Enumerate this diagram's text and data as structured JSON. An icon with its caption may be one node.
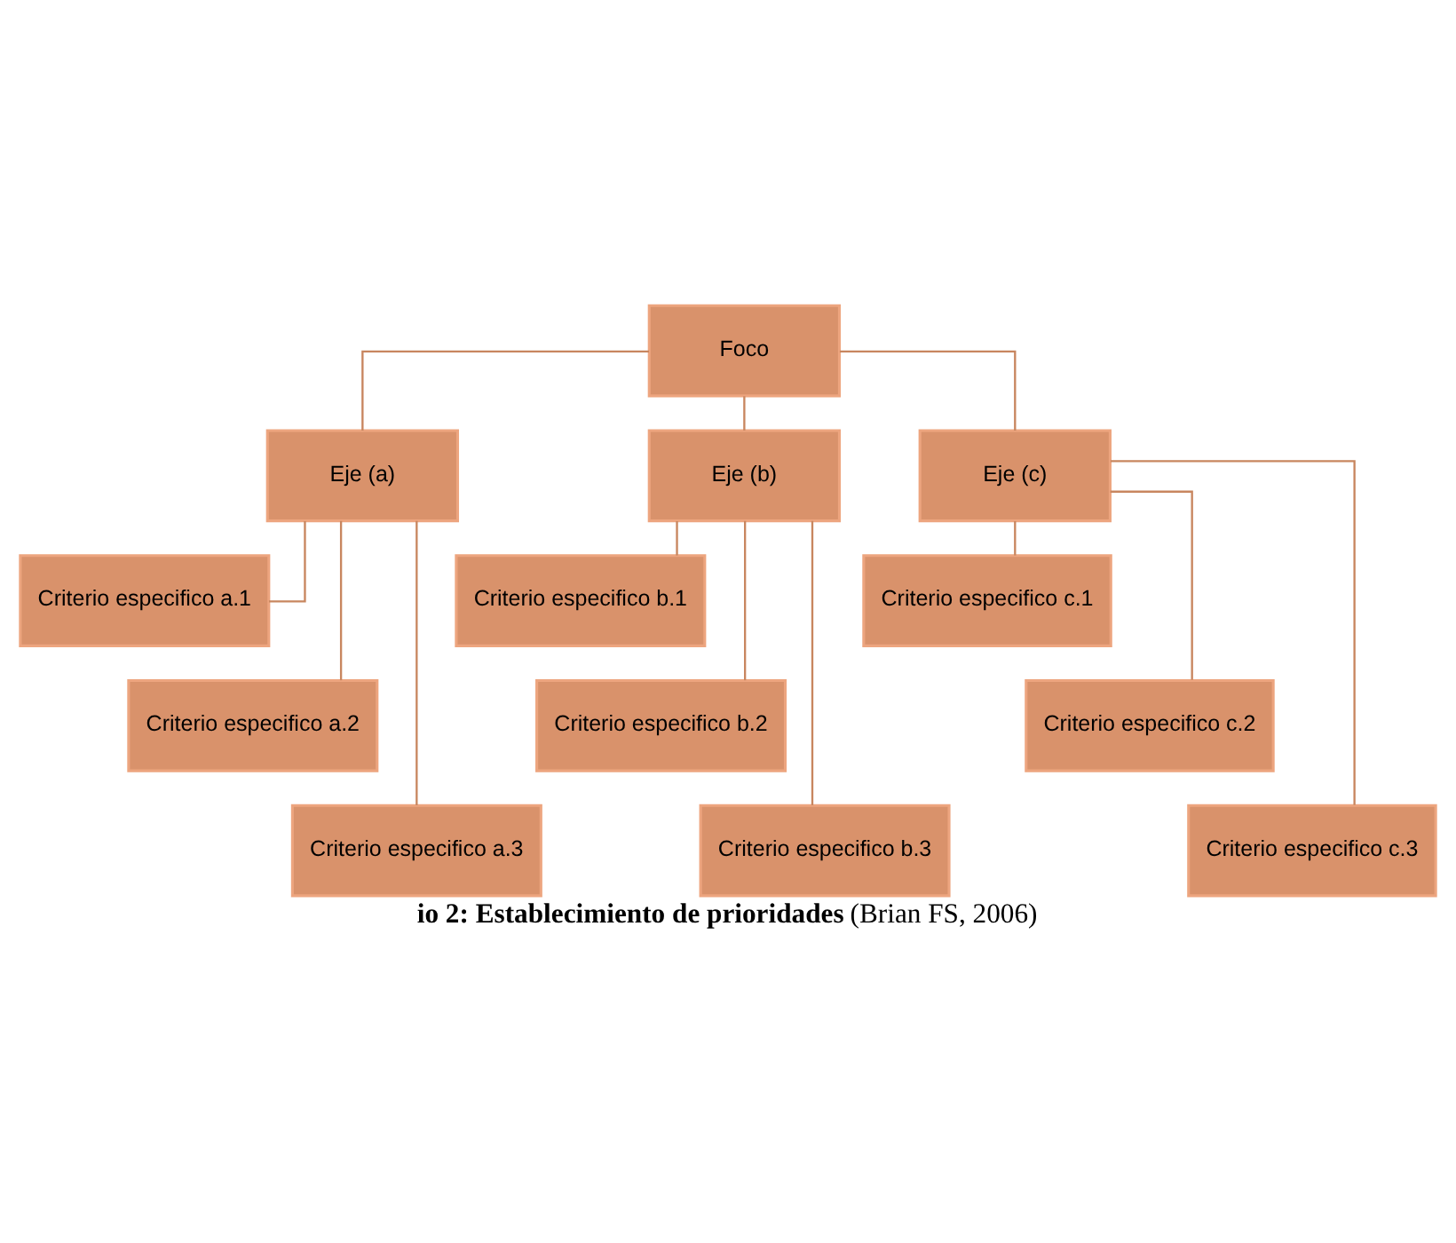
{
  "diagram": {
    "caption": "**io 2: Establecimiento de prioridades** (Brian FS, 2006)",
    "nodes": [
      {
        "text": [
          "Foco"
        ]
      },
      {
        "text": [
          "Eje (a)"
        ]
      },
      {
        "text": [
          "Eje (b)"
        ]
      },
      {
        "text": [
          "Eje (c)"
        ]
      },
      {
        "text": [
          "Criterio especifico a.1"
        ]
      },
      {
        "text": [
          "Criterio especifico a.2"
        ]
      },
      {
        "text": [
          "Criterio especifico a.3"
        ]
      },
      {
        "text": [
          "Criterio especifico b.1"
        ]
      },
      {
        "text": [
          "Criterio especifico b.2"
        ]
      },
      {
        "text": [
          "Criterio especifico b.3"
        ]
      },
      {
        "text": [
          "Criterio especifico c.1"
        ]
      },
      {
        "text": [
          "Criterio especifico c.2"
        ]
      },
      {
        "text": [
          "Criterio especifico c.3"
        ]
      }
    ],
    "edges": [
      {
        "from": 0,
        "to": 1,
        "arrow": "none"
      },
      {
        "from": 0,
        "to": 2,
        "arrow": "none"
      },
      {
        "from": 0,
        "to": 3,
        "arrow": "none"
      },
      {
        "from": 1,
        "to": 4,
        "arrow": "none"
      },
      {
        "from": 1,
        "to": 5,
        "arrow": "none"
      },
      {
        "from": 1,
        "to": 6,
        "arrow": "none"
      },
      {
        "from": 2,
        "to": 7,
        "arrow": "none"
      },
      {
        "from": 2,
        "to": 8,
        "arrow": "none"
      },
      {
        "from": 2,
        "to": 9,
        "arrow": "none"
      },
      {
        "from": 3,
        "to": 10,
        "arrow": "none"
      },
      {
        "from": 3,
        "to": 11,
        "arrow": "none"
      },
      {
        "from": 3,
        "to": 12,
        "arrow": "none"
      }
    ]
  }
}
